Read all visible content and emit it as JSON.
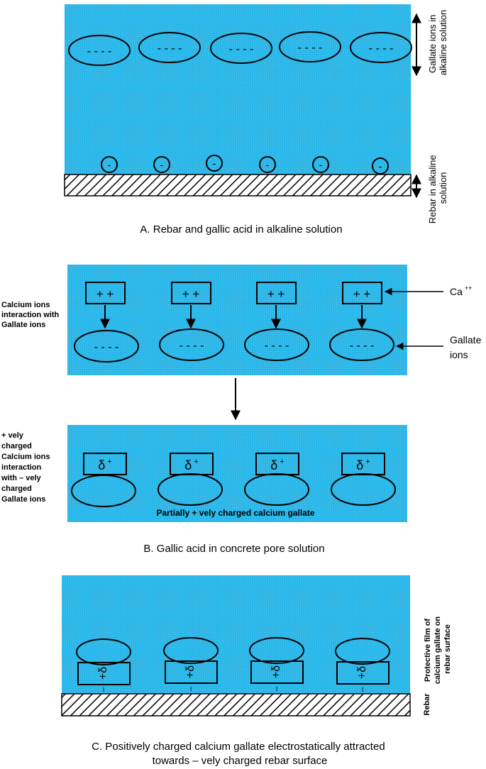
{
  "colors": {
    "solution": "#29b6e8",
    "outline": "#000000",
    "hatch_bg": "#ffffff"
  },
  "panel_a": {
    "ion_large_label": "- - - -",
    "ion_small_label": "-",
    "side_label_top_lines": [
      "Gallate ions in",
      "alkaline solution"
    ],
    "side_label_bottom_lines": [
      "Rebar in alkaline",
      "solution"
    ],
    "caption": "A. Rebar and gallic acid in alkaline solution"
  },
  "panel_b1": {
    "ca_box_label": "+ +",
    "gallate_label": "- - - -",
    "left_label_lines": [
      "Calcium ions",
      "interaction with",
      "Gallate ions"
    ],
    "right_ca_label": "Ca",
    "right_ca_sup": "++",
    "right_gallate_lines": [
      "Gallate",
      "ions"
    ]
  },
  "panel_b2": {
    "delta_label": "δ",
    "delta_sup": "+",
    "inner_caption": "Partially + vely charged calcium gallate",
    "left_label_lines": [
      "+ vely",
      "charged",
      "Calcium ions",
      "interaction",
      "with – vely",
      "charged",
      "Gallate ions"
    ],
    "caption": "B. Gallic acid in concrete pore solution"
  },
  "panel_c": {
    "box_label": "+δ",
    "box_minus": "–",
    "side_label_protective_lines": [
      "Protective film of",
      "calcium gallate on",
      "rebar surface"
    ],
    "side_label_rebar": "Rebar",
    "caption_lines": [
      "C. Positively charged calcium gallate electrostatically attracted",
      "towards – vely charged rebar surface"
    ]
  }
}
